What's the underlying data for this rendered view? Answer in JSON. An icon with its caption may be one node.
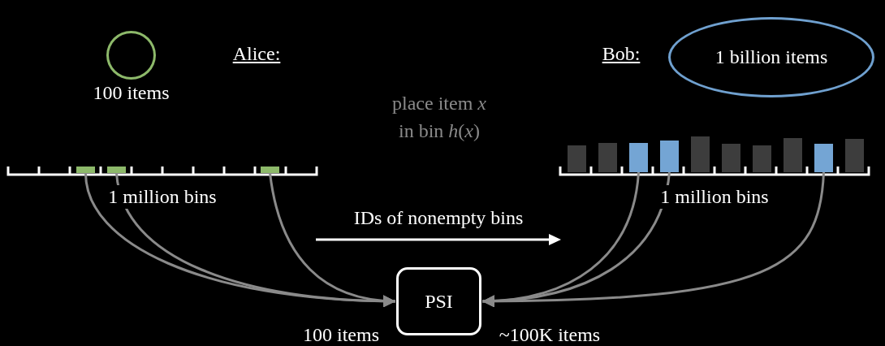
{
  "diagram": {
    "nodes": [
      {
        "text": [],
        "shape": "circle",
        "beside": [
          "100 items"
        ]
      },
      {
        "text": [
          "1 billion items"
        ]
      },
      {
        "text": [],
        "shape": "box"
      },
      {
        "text": [],
        "shape": "box"
      },
      {
        "text": [],
        "shape": "box"
      },
      {
        "text": [],
        "shape": "box"
      },
      {
        "text": [],
        "shape": "box"
      },
      {
        "text": [],
        "shape": "box"
      },
      {
        "text": [
          "PSI"
        ]
      }
    ],
    "edges": [
      {
        "from": 2,
        "to": 8,
        "arrow": "to"
      },
      {
        "from": 3,
        "to": 8,
        "arrow": "to"
      },
      {
        "from": 4,
        "to": 8,
        "arrow": "to"
      },
      {
        "from": 5,
        "to": 8,
        "arrow": "to"
      },
      {
        "from": 6,
        "to": 8,
        "arrow": "to"
      },
      {
        "from": 7,
        "to": 8,
        "arrow": "to"
      }
    ],
    "labels": [
      "Alice:",
      "Bob:",
      "place item *x* in bin *h*(*x*)",
      "1 million bins",
      "1 million bins",
      "IDs of nonempty bins",
      "100 items",
      "~100K items"
    ]
  }
}
